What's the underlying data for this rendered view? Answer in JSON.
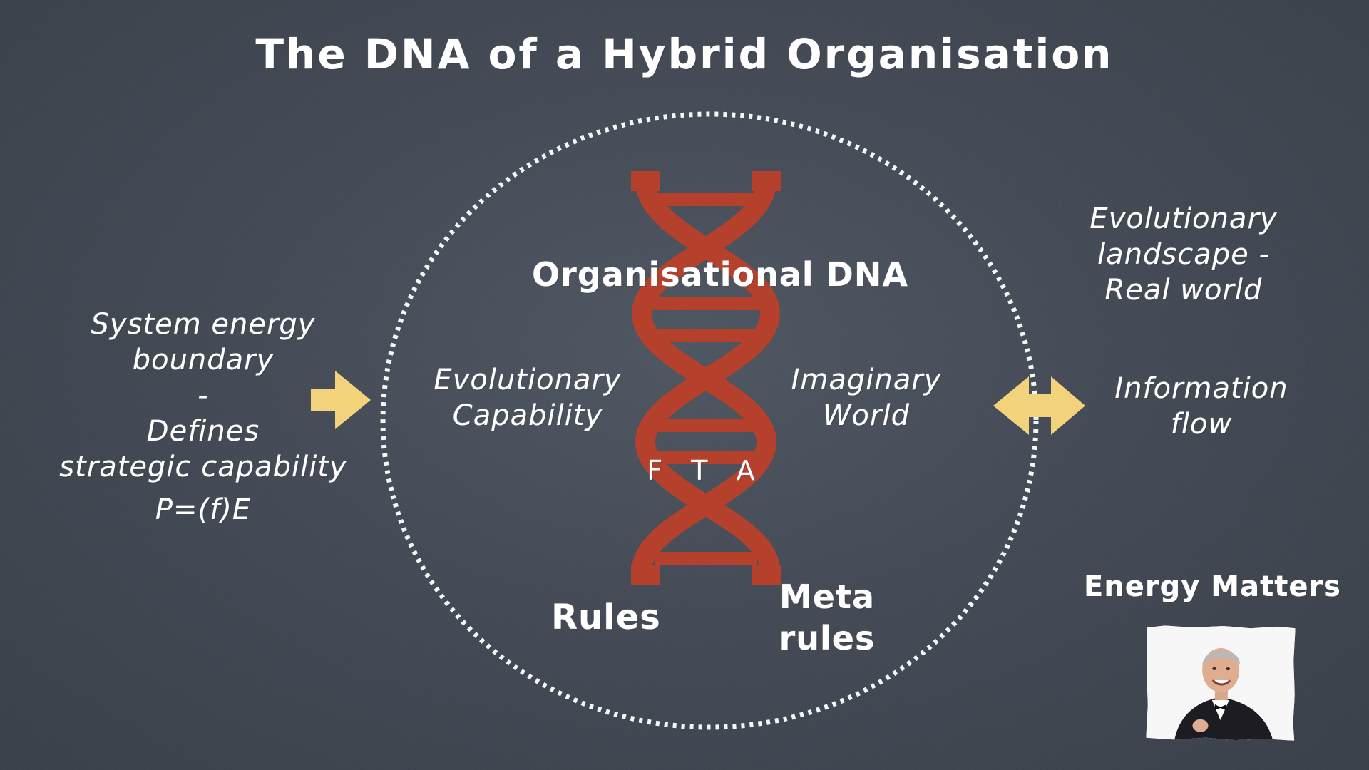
{
  "slide": {
    "title": "The DNA of a Hybrid Organisation",
    "center_label": "Organisational DNA",
    "left": {
      "line1": "System energy",
      "line2": "boundary",
      "line3": "-",
      "line4": "Defines",
      "line5": "strategic capability",
      "formula": "P=(f)E"
    },
    "evolutionary_capability": {
      "line1": "Evolutionary",
      "line2": "Capability"
    },
    "imaginary_world": {
      "line1": "Imaginary",
      "line2": "World"
    },
    "fta": "F T A",
    "rules": "Rules",
    "meta_rules": {
      "line1": "Meta",
      "line2": "rules"
    },
    "evolutionary_landscape": {
      "line1": "Evolutionary",
      "line2": "landscape -",
      "line3": "Real world"
    },
    "information_flow": {
      "line1": "Information",
      "line2": "flow"
    },
    "footer_label": "Energy Matters"
  },
  "colors": {
    "board": "#3f4651",
    "chalk": "#ffffff",
    "helix": "#b5402b",
    "arrow": "#f2d27a"
  },
  "icons": {
    "right_arrow": "arrow-right-icon",
    "double_arrow": "double-arrow-icon",
    "dna": "dna-helix-icon"
  }
}
